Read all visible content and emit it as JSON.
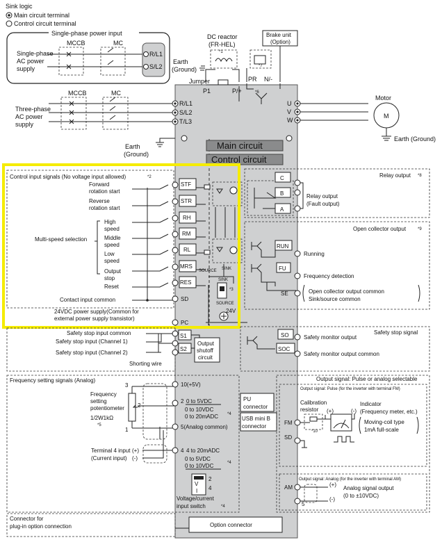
{
  "legend": {
    "title": "Sink logic",
    "main_terminal": "Main circuit terminal",
    "control_terminal": "Control circuit terminal"
  },
  "single_phase": {
    "title": "Single-phase power input",
    "source": [
      "Single-phase",
      "AC power",
      "supply"
    ],
    "mccb": "MCCB",
    "mc": "MC",
    "terminals": [
      "R/L1",
      "S/L2"
    ]
  },
  "dc_reactor": {
    "label": [
      "DC reactor",
      "(FR-HEL)"
    ],
    "note": "*1"
  },
  "brake_unit": {
    "label": [
      "Brake unit",
      "(Option)"
    ],
    "note": "*7"
  },
  "earth_top": [
    "Earth",
    "(Ground)"
  ],
  "jumper": "Jumper",
  "p_terminals": {
    "p1": "P1",
    "pplus": "P/+",
    "pr": "PR",
    "nminus": "N/-",
    "note": "*6"
  },
  "three_phase": {
    "source": [
      "Three-phase",
      "AC power",
      "supply"
    ],
    "mccb": "MCCB",
    "mc": "MC",
    "terminals": [
      "R/L1",
      "S/L2",
      "T/L3"
    ],
    "earth": [
      "Earth",
      "(Ground)"
    ]
  },
  "motor": {
    "title": "Motor",
    "symbol": "M",
    "outputs": [
      "U",
      "V",
      "W"
    ],
    "earth": "Earth (Ground)"
  },
  "main_circuit_label": "Main circuit",
  "control_circuit_label": "Control circuit",
  "control_input": {
    "title": "Control input signals (No voltage input allowed)",
    "note": "*2",
    "signals": [
      {
        "label": [
          "Forward",
          "rotation start"
        ],
        "terminal": "STF"
      },
      {
        "label": [
          "Reverse",
          "rotation start"
        ],
        "terminal": "STR"
      },
      {
        "label": [
          "High",
          "speed"
        ],
        "terminal": "RH"
      },
      {
        "label": [
          "Middle",
          "speed"
        ],
        "terminal": "RM"
      },
      {
        "label": [
          "Low",
          "speed"
        ],
        "terminal": "RL"
      },
      {
        "label": [
          "Output",
          "stop"
        ],
        "terminal": "MRS"
      },
      {
        "label": [
          "Reset"
        ],
        "terminal": "RES"
      }
    ],
    "multi_speed": "Multi-speed selection",
    "contact_common": "Contact input common",
    "sd": "SD",
    "supply": [
      "24VDC power supply(Common for",
      "external power supply transistor)"
    ],
    "pc": "PC",
    "source_label": "SOURCE",
    "sink_label": "SINK",
    "switch_note": "*3",
    "voltage": "24V"
  },
  "relay_output": {
    "title": "Relay output",
    "note": "*8",
    "terminals": [
      "C",
      "B",
      "A"
    ],
    "label": [
      "Relay output",
      "(Fault output)"
    ]
  },
  "open_collector": {
    "title": "Open collector output",
    "note": "*9",
    "run": "RUN",
    "run_label": "Running",
    "fu": "FU",
    "fu_label": "Frequency detection",
    "se": "SE",
    "common": [
      "Open collector output common",
      "Sink/source common"
    ]
  },
  "safety_stop": {
    "common": "Safety stop input common",
    "ch1": "Safety stop input (Channel 1)",
    "ch2": "Safety stop input (Channel 2)",
    "s1": "S1",
    "s2": "S2",
    "shutoff": [
      "Output",
      "shutoff",
      "circuit"
    ],
    "shorting": "Shorting wire",
    "signal_title": "Safety stop signal",
    "so": "SO",
    "so_label": "Safety monitor output",
    "soc": "SOC",
    "soc_label": "Safety monitor output common"
  },
  "freq_setting": {
    "title": "Frequency setting signals (Analog)",
    "pot": [
      "Frequency",
      "setting",
      "potentiometer",
      "1/2W1kΩ"
    ],
    "pot_note": "*5",
    "pins": [
      "3",
      "2",
      "1"
    ],
    "t10": "10(+5V)",
    "t2_num": "2",
    "t2_ranges": [
      "0 to 5VDC",
      "0 to 10VDC",
      "0 to 20mADC"
    ],
    "t2_note": "*4",
    "t5": "5(Analog common)",
    "t4_label": [
      "Terminal 4 input",
      "(Current input)"
    ],
    "plus": "(+)",
    "minus": "(-)",
    "t4_num": "4",
    "t4_ranges": [
      "4 to 20mADC",
      "0 to 5VDC",
      "0 to 10VDC"
    ],
    "t4_note": "*4",
    "switch": [
      "Voltage/current",
      "input switch"
    ],
    "switch_note": "*4",
    "switch_pins": [
      "2",
      "4"
    ],
    "switch_letters": [
      "V",
      "I"
    ]
  },
  "pu_connector": [
    "PU",
    "connector"
  ],
  "usb_connector": [
    "USB mini B",
    "connector"
  ],
  "pulse_analog": {
    "title": "Output signal: Pulse or analog selectable",
    "fm_title": "Output signal: Pulse (for the inverter with terminal FM)",
    "calib": [
      "Calibration",
      "resistor"
    ],
    "calib_note": "*10",
    "indicator": [
      "Indicator",
      "(Frequency meter, etc.)"
    ],
    "coil": [
      "Moving-coil type",
      "1mA full-scale"
    ],
    "fm": "FM",
    "sd": "SD",
    "am_title": "Output signal: Analog (for the inverter with terminal AM)",
    "am": "AM",
    "five": "5",
    "am_label": [
      "Analog signal output",
      "(0 to ±10VDC)"
    ],
    "plus": "(+)",
    "minus": "(-)"
  },
  "option": {
    "label": [
      "Connector for",
      "plug-in option connection"
    ],
    "connector": "Option connector"
  },
  "highlight_color": "#f5ec00",
  "inverter_fill": "#cfd0d1"
}
